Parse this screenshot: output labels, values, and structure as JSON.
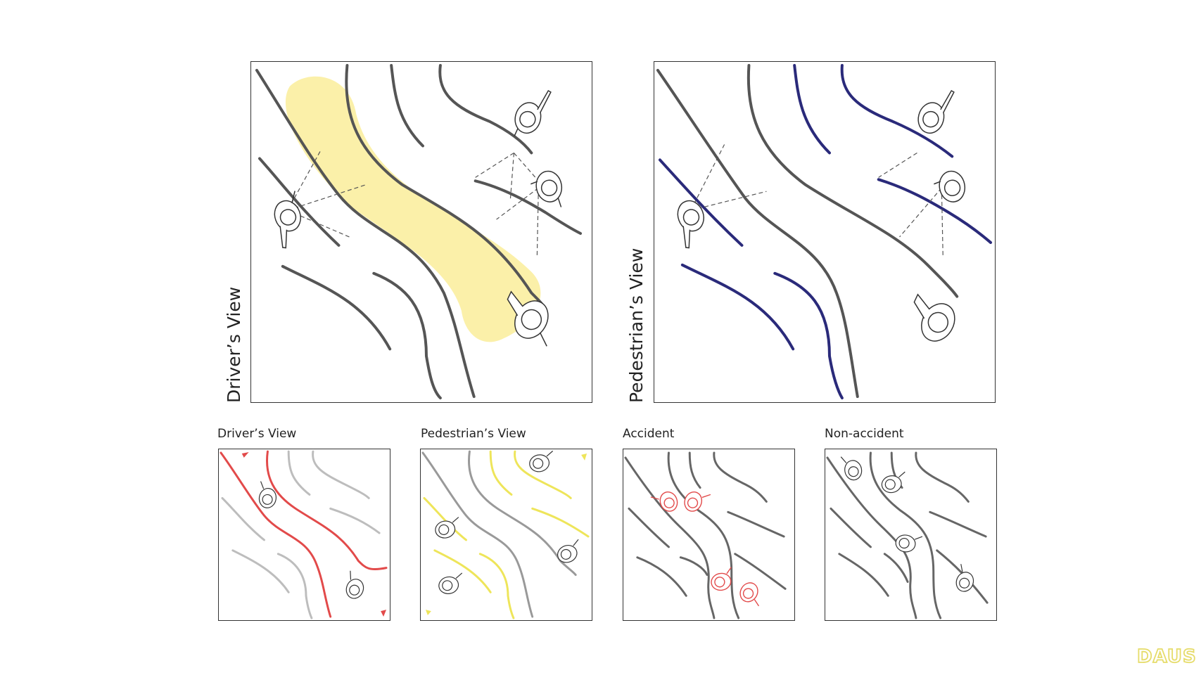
{
  "labels": {
    "big_left": "Driver’s View",
    "big_right": "Pedestrian’s View",
    "small": [
      "Driver’s View",
      "Pedestrian’s View",
      "Accident",
      "Non-accident"
    ]
  },
  "logo_text": "DAUS",
  "colors": {
    "road_line": "#555555",
    "blue_lane": "#2a2a7a",
    "view_zone": "#fbf0a9",
    "red": "#e24a4a",
    "yellow": "#eee55a",
    "light_gray": "#bdbdbd"
  },
  "icons": [
    "pedestrian-icon",
    "sight-line",
    "car-marker-icon"
  ]
}
